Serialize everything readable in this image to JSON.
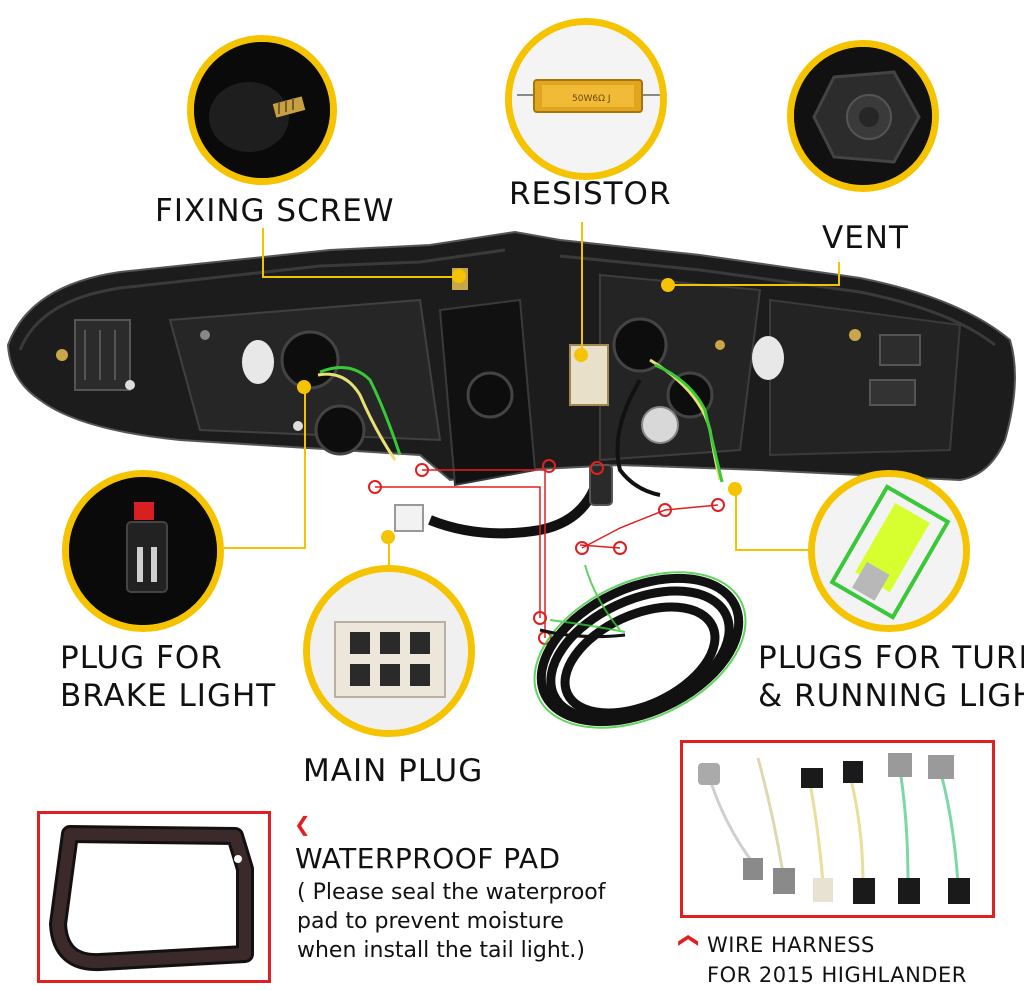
{
  "labels": {
    "fixing_screw": "FIXING SCREW",
    "resistor": "RESISTOR",
    "vent": "VENT",
    "brake_line1": "PLUG FOR",
    "brake_line2": "BRAKE LIGHT",
    "turn_line1": "PLUGS FOR TURN",
    "turn_line2": "& RUNNING LIGHT",
    "main_plug": "MAIN PLUG",
    "pad_title": "WATERPROOF PAD",
    "pad_note_1": "( Please seal the waterproof",
    "pad_note_2": "pad to prevent moisture",
    "pad_note_3": "when install the tail light.)",
    "harness_line1": "WIRE HARNESS",
    "harness_line2": "FOR 2015 HIGHLANDER",
    "resistor_marking": "50W6Ω J"
  },
  "colors": {
    "accent_yellow": "#f6c300",
    "accent_red": "#e02020",
    "wire_green": "#38c838",
    "housing_black": "#1a1a1a"
  },
  "icons": {
    "pad_arrow": "chevron-left-icon",
    "harness_arrow": "chevron-up-icon"
  }
}
